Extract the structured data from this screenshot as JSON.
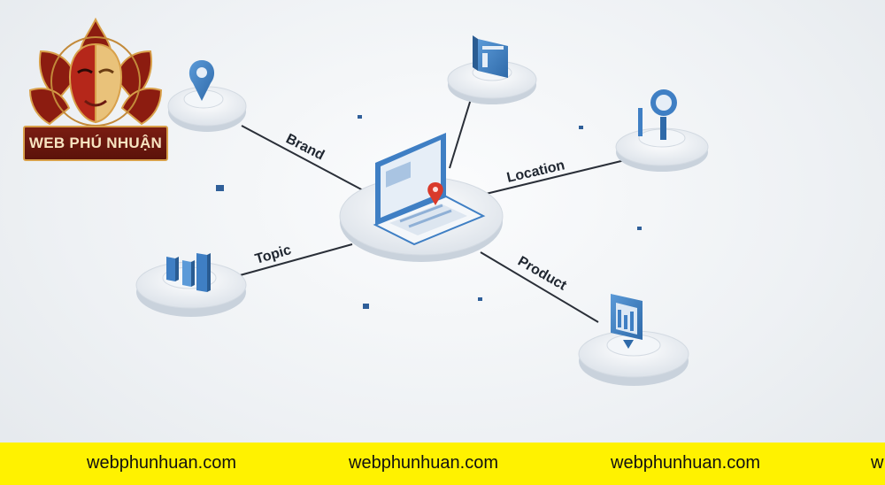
{
  "logo": {
    "text": "WEB PHÚ NHUẬN"
  },
  "diagram": {
    "center": {
      "name": "laptop-with-map-pin"
    },
    "edges": [
      {
        "id": "brand",
        "label": "Brand"
      },
      {
        "id": "location",
        "label": "Location"
      },
      {
        "id": "topic",
        "label": "Topic"
      },
      {
        "id": "product",
        "label": "Product"
      }
    ],
    "nodes": [
      {
        "id": "pin",
        "icon": "map-pin-icon"
      },
      {
        "id": "window",
        "icon": "browser-window-icon"
      },
      {
        "id": "search",
        "icon": "magnifier-icon"
      },
      {
        "id": "bars",
        "icon": "bar-chart-icon"
      },
      {
        "id": "document",
        "icon": "document-chart-icon"
      }
    ]
  },
  "footer": {
    "items": [
      "webphunhuan.com",
      "webphunhuan.com",
      "webphunhuan.com",
      "w"
    ]
  },
  "colors": {
    "accent_blue": "#3f7fc4",
    "pin_red": "#d93a2b",
    "footer_yellow": "#fff200",
    "logo_red": "#6b160d"
  }
}
